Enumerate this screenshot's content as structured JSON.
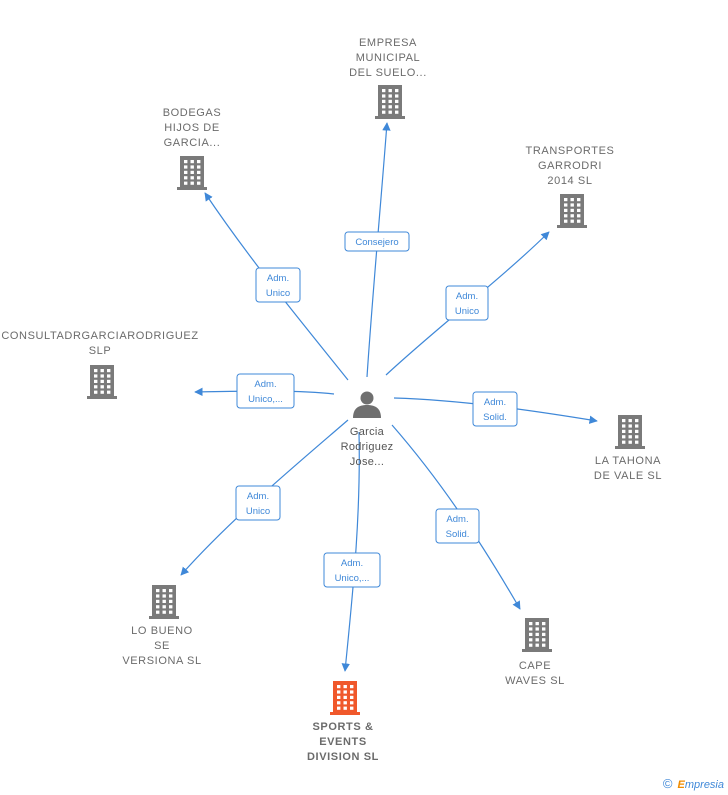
{
  "center": {
    "lines": [
      "Garcia",
      "Rodriguez",
      "Jose..."
    ],
    "icon": "person-icon"
  },
  "nodes": [
    {
      "id": "empresa-municipal",
      "lines": [
        "EMPRESA",
        "MUNICIPAL",
        "DEL SUELO..."
      ],
      "highlight": false,
      "icon": "building-icon"
    },
    {
      "id": "bodegas-hijos",
      "lines": [
        "BODEGAS",
        "HIJOS DE",
        "GARCIA..."
      ],
      "highlight": false,
      "icon": "building-icon"
    },
    {
      "id": "transportes-garrodri",
      "lines": [
        "TRANSPORTES",
        "GARRODRI",
        "2014  SL"
      ],
      "highlight": false,
      "icon": "building-icon"
    },
    {
      "id": "consultadr",
      "lines": [
        "CONSULTADRGARCIARODRIGUEZ",
        "SLP"
      ],
      "highlight": false,
      "icon": "building-icon"
    },
    {
      "id": "la-tahona",
      "lines": [
        "LA TAHONA",
        "DE VALE SL"
      ],
      "highlight": false,
      "icon": "building-icon"
    },
    {
      "id": "lo-bueno",
      "lines": [
        "LO BUENO",
        "SE",
        "VERSIONA SL"
      ],
      "highlight": false,
      "icon": "building-icon"
    },
    {
      "id": "cape-waves",
      "lines": [
        "CAPE",
        "WAVES  SL"
      ],
      "highlight": false,
      "icon": "building-icon"
    },
    {
      "id": "sports-events",
      "lines": [
        "SPORTS &",
        "EVENTS",
        "DIVISION  SL"
      ],
      "highlight": true,
      "icon": "building-icon"
    }
  ],
  "edges": [
    {
      "target": "empresa-municipal",
      "lines": [
        "Consejero"
      ]
    },
    {
      "target": "bodegas-hijos",
      "lines": [
        "Adm.",
        "Unico"
      ]
    },
    {
      "target": "transportes-garrodri",
      "lines": [
        "Adm.",
        "Unico"
      ]
    },
    {
      "target": "consultadr",
      "lines": [
        "Adm.",
        "Unico,..."
      ]
    },
    {
      "target": "la-tahona",
      "lines": [
        "Adm.",
        "Solid."
      ]
    },
    {
      "target": "lo-bueno",
      "lines": [
        "Adm.",
        "Unico"
      ]
    },
    {
      "target": "cape-waves",
      "lines": [
        "Adm.",
        "Solid."
      ]
    },
    {
      "target": "sports-events",
      "lines": [
        "Adm.",
        "Unico,..."
      ]
    }
  ],
  "colors": {
    "edge": "#3f88d8",
    "building": "#7a7a7a",
    "building_highlight": "#f0582b",
    "person": "#6f6f6f"
  },
  "footer": {
    "copyright": "©",
    "brand_initial": "E",
    "brand_rest": "mpresia"
  }
}
